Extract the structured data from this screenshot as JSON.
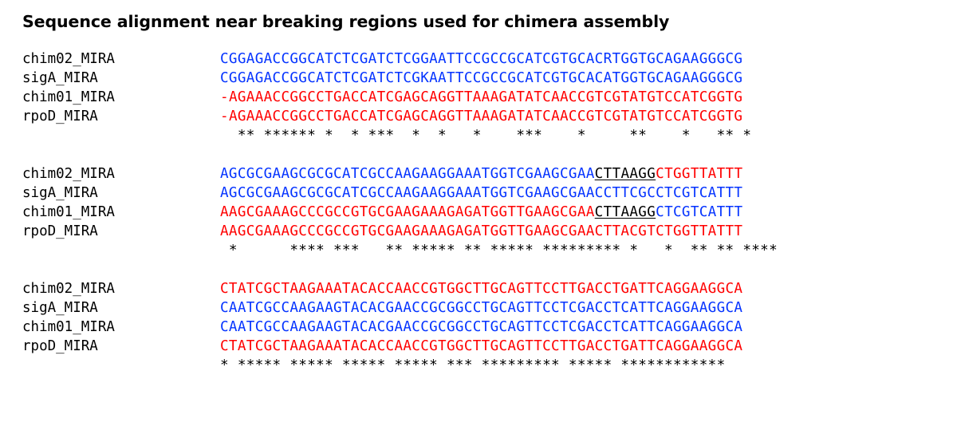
{
  "title": "Sequence alignment near breaking regions used for chimera assembly",
  "colors": {
    "blue": "#0433ff",
    "red": "#ff0000",
    "black": "#000000",
    "background": "#ffffff"
  },
  "sequence_names": [
    "chim02_MIRA",
    "sigA_MIRA",
    "chim01_MIRA",
    "rpoD_MIRA"
  ],
  "conservation_symbol": "*",
  "blocks": [
    {
      "id": "block-1",
      "rows": [
        {
          "label": "chim02_MIRA",
          "segments": [
            {
              "text": "CGGAGACCGGCATCTCGATCTCGGAATTCCGCCGCATCGTGCACRTGGTGCAGAAGGGCG",
              "color": "blue",
              "underline": false
            }
          ]
        },
        {
          "label": "sigA_MIRA",
          "segments": [
            {
              "text": "CGGAGACCGGCATCTCGATCTCGKAATTCCGCCGCATCGTGCACATGGTGCAGAAGGGCG",
              "color": "blue",
              "underline": false
            }
          ]
        },
        {
          "label": "chim01_MIRA",
          "segments": [
            {
              "text": "-",
              "color": "red",
              "underline": false
            },
            {
              "text": "AGAAACCGGCCTGACCATCGAGCAGGTTAAAGATATCAACCGTCGTATGTCCATCGGTG",
              "color": "red",
              "underline": false
            }
          ]
        },
        {
          "label": "rpoD_MIRA",
          "segments": [
            {
              "text": "-",
              "color": "red",
              "underline": false
            },
            {
              "text": "AGAAACCGGCCTGACCATCGAGCAGGTTAAAGATATCAACCGTCGTATGTCCATCGGTG",
              "color": "red",
              "underline": false
            }
          ]
        }
      ],
      "conservation": "  ** ****** *  * ***  *  *   *    ***    *     **    *   ** *"
    },
    {
      "id": "block-2",
      "rows": [
        {
          "label": "chim02_MIRA",
          "segments": [
            {
              "text": "AGCGCGAAGCGCGCATCGCCAAGAAGGAAATGGTCGAAGCGAA",
              "color": "blue",
              "underline": false
            },
            {
              "text": "CTTAAGG",
              "color": "black",
              "underline": true
            },
            {
              "text": "CTGGTTATTT",
              "color": "red",
              "underline": false
            }
          ]
        },
        {
          "label": "sigA_MIRA",
          "segments": [
            {
              "text": "AGCGCGAAGCGCGCATCGCCAAGAAGGAAATGGTCGAAGCGAACCTTCGCCTCGTCATTT",
              "color": "blue",
              "underline": false
            }
          ]
        },
        {
          "label": "chim01_MIRA",
          "segments": [
            {
              "text": "AAGCGAAAGCCCGCCGTGCGAAGAAAGAGATGGTTGAAGCGAA",
              "color": "red",
              "underline": false
            },
            {
              "text": "CTTAAGG",
              "color": "black",
              "underline": true
            },
            {
              "text": "CTCGTCATTT",
              "color": "blue",
              "underline": false
            }
          ]
        },
        {
          "label": "rpoD_MIRA",
          "segments": [
            {
              "text": "AAGCGAAAGCCCGCCGTGCGAAGAAAGAGATGGTTGAAGCGAACTTACGTCTGGTTATTT",
              "color": "red",
              "underline": false
            }
          ]
        }
      ],
      "conservation": " *      **** ***   ** ***** ** ***** ********* *   *  ** ** ****"
    },
    {
      "id": "block-3",
      "rows": [
        {
          "label": "chim02_MIRA",
          "segments": [
            {
              "text": "CTATCGCTAAGAAATACACCAACCGTGGCTTGCAGTTCCTTGACCTGATTCAGGAAGGCA",
              "color": "red",
              "underline": false
            }
          ]
        },
        {
          "label": "sigA_MIRA",
          "segments": [
            {
              "text": "CAATCGCCAAGAAGTACACGAACCGCGGCCTGCAGTTCCTCGACCTCATTCAGGAAGGCA",
              "color": "blue",
              "underline": false
            }
          ]
        },
        {
          "label": "chim01_MIRA",
          "segments": [
            {
              "text": "CAATCGCCAAGAAGTACACGAACCGCGGCCTGCAGTTCCTCGACCTCATTCAGGAAGGCA",
              "color": "blue",
              "underline": false
            }
          ]
        },
        {
          "label": "rpoD_MIRA",
          "segments": [
            {
              "text": "CTATCGCTAAGAAATACACCAACCGTGGCTTGCAGTTCCTTGACCTGATTCAGGAAGGCA",
              "color": "red",
              "underline": false
            }
          ]
        }
      ],
      "conservation": "* ***** ***** ***** ***** *** ********* ***** ************"
    }
  ]
}
